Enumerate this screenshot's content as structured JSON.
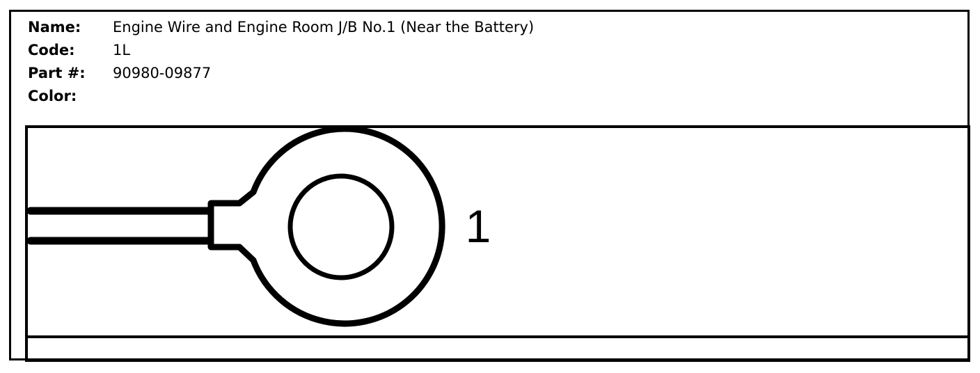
{
  "connector_info": {
    "name_label": "Name:",
    "name_value": "Engine Wire and Engine Room J/B No.1 (Near the Battery)",
    "code_label": "Code:",
    "code_value": "1L",
    "part_label": "Part #:",
    "part_value": "90980-09877",
    "color_label": "Color:",
    "color_value": ""
  },
  "diagram": {
    "terminal_label": "1",
    "line_color": "#000000"
  }
}
